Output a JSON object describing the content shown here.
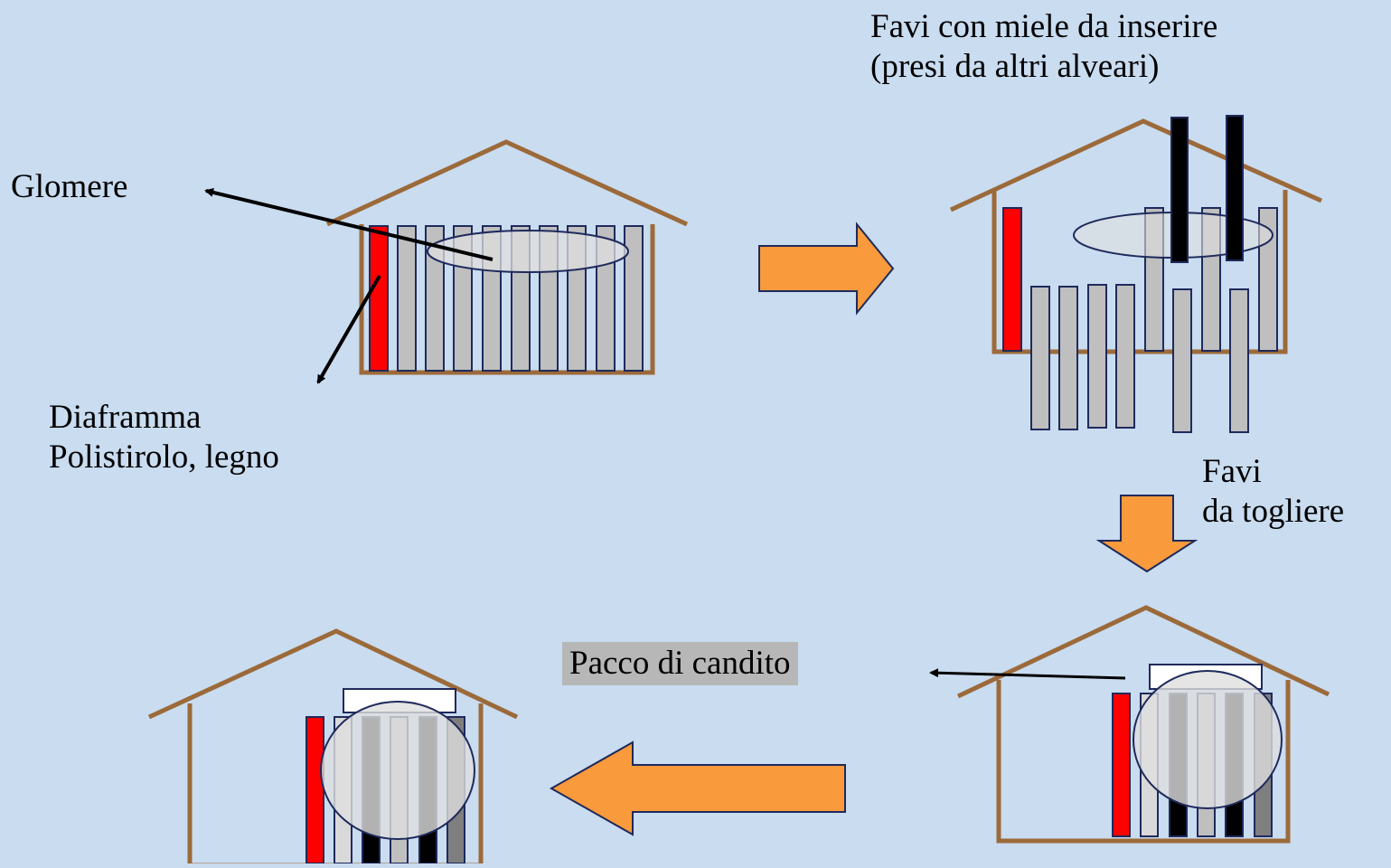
{
  "labels": {
    "glomere": "Glomere",
    "diaframma_line1": "Diaframma",
    "diaframma_line2": "Polistirolo, legno",
    "favi_inserire_line1": "Favi con miele da inserire",
    "favi_inserire_line2": "(presi da altri alveari)",
    "favi_togliere_line1": "Favi",
    "favi_togliere_line2": "da togliere",
    "pacco_candito": "Pacco di candito"
  },
  "colors": {
    "background": "#c9dcf0",
    "hive_outline": "#9c6a3a",
    "frame_gray": "#bfbfbf",
    "frame_light": "#d9d9d9",
    "frame_dark_gray": "#7f7f7f",
    "frame_black": "#000000",
    "diaphragm_red": "#ff0000",
    "flow_arrow": "#f99a3c",
    "frame_border": "#1f2a5c",
    "candy_box_bg": "#b7b7b7"
  }
}
